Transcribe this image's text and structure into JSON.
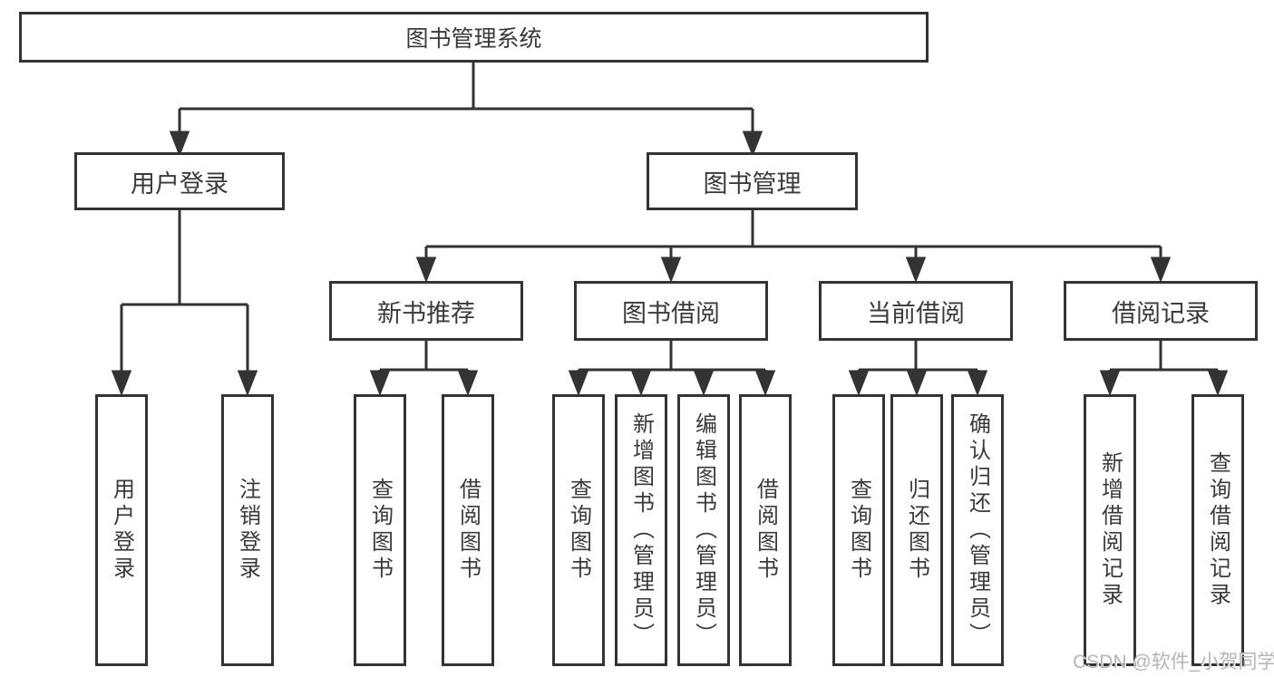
{
  "tree": {
    "root": {
      "label": "图书管理系统",
      "children": [
        {
          "label": "用户登录",
          "children": [
            {
              "label": "用户登录"
            },
            {
              "label": "注销登录"
            }
          ]
        },
        {
          "label": "图书管理",
          "children": [
            {
              "label": "新书推荐",
              "children": [
                {
                  "label": "查询图书"
                },
                {
                  "label": "借阅图书"
                }
              ]
            },
            {
              "label": "图书借阅",
              "children": [
                {
                  "label": "查询图书"
                },
                {
                  "label": "新增图书（管理员）"
                },
                {
                  "label": "编辑图书（管理员）"
                },
                {
                  "label": "借阅图书"
                }
              ]
            },
            {
              "label": "当前借阅",
              "children": [
                {
                  "label": "查询图书"
                },
                {
                  "label": "归还图书"
                },
                {
                  "label": "确认归还（管理员）"
                }
              ]
            },
            {
              "label": "借阅记录",
              "children": [
                {
                  "label": "新增借阅记录"
                },
                {
                  "label": "查询借阅记录"
                }
              ]
            }
          ]
        }
      ]
    }
  },
  "watermark": {
    "text": "CSDN @软件_小贺同学",
    "color": "#b5b5b5"
  },
  "colors": {
    "line": "#333333",
    "node_border": "#333333",
    "text": "#3a3a3a",
    "background": "#ffffff"
  }
}
